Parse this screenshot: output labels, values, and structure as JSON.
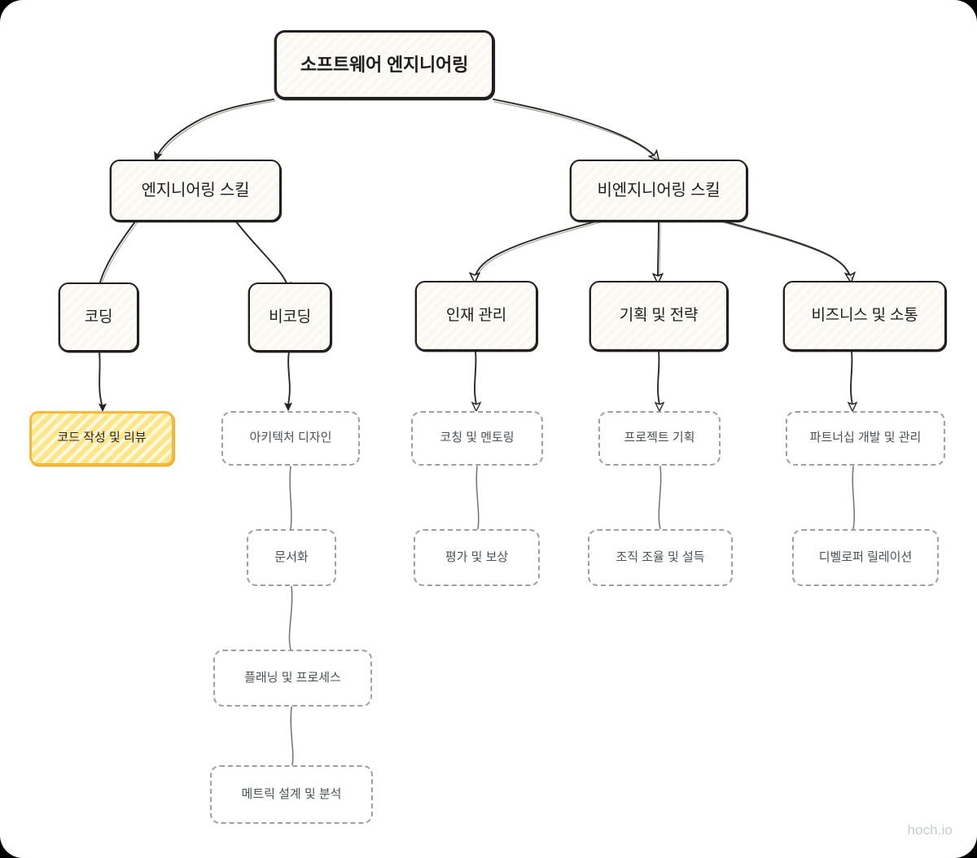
{
  "canvas": {
    "watermark": "hoch.io",
    "background": "#ffffff",
    "page_background": "#000000"
  },
  "colors": {
    "solid_fill": "#faf8f1",
    "solid_stroke": "#22201e",
    "highlight_fill": "#fde68a",
    "highlight_stroke": "#f6b93b",
    "leaf_fill": "#ffffff",
    "leaf_stroke": "#9b9fa6",
    "edge_stroke": "#2b2926",
    "leaf_edge_stroke": "#8b9097",
    "text": "#1d1d1d",
    "leaf_text": "#4b5157",
    "watermark_text": "#c9ccd1"
  },
  "diagram": {
    "type": "hierarchy-tree",
    "orientation": "top-down",
    "root": {
      "id": "root",
      "label": "소프트웨어 엔지니어링",
      "style": "root"
    },
    "branches": [
      {
        "id": "eng",
        "label": "엔지니어링 스킬",
        "style": "branch"
      },
      {
        "id": "noneng",
        "label": "비엔지니어링 스킬",
        "style": "branch"
      }
    ],
    "categories": [
      {
        "id": "coding",
        "label": "코딩",
        "style": "category",
        "parent": "eng"
      },
      {
        "id": "noncoding",
        "label": "비코딩",
        "style": "category",
        "parent": "eng"
      },
      {
        "id": "talent",
        "label": "인재 관리",
        "style": "category",
        "parent": "noneng"
      },
      {
        "id": "planning",
        "label": "기획 및 전략",
        "style": "category",
        "parent": "noneng"
      },
      {
        "id": "business",
        "label": "비즈니스 및 소통",
        "style": "category",
        "parent": "noneng"
      }
    ],
    "leaves": [
      {
        "id": "code-review",
        "label": "코드 작성 및 리뷰",
        "style": "highlight",
        "parent": "coding"
      },
      {
        "id": "arch-design",
        "label": "아키텍처 디자인",
        "style": "leaf",
        "parent": "noncoding"
      },
      {
        "id": "docs",
        "label": "문서화",
        "style": "leaf",
        "parent": "arch-design"
      },
      {
        "id": "planning-process",
        "label": "플래닝 및 프로세스",
        "style": "leaf",
        "parent": "docs"
      },
      {
        "id": "metrics",
        "label": "메트릭 설계 및 분석",
        "style": "leaf",
        "parent": "planning-process"
      },
      {
        "id": "coaching",
        "label": "코칭 및 멘토링",
        "style": "leaf",
        "parent": "talent"
      },
      {
        "id": "evaluation",
        "label": "평가 및 보상",
        "style": "leaf",
        "parent": "coaching"
      },
      {
        "id": "project-planning",
        "label": "프로젝트 기획",
        "style": "leaf",
        "parent": "planning"
      },
      {
        "id": "org-align",
        "label": "조직 조율 및 설득",
        "style": "leaf",
        "parent": "project-planning"
      },
      {
        "id": "partnership",
        "label": "파트너십 개발 및 관리",
        "style": "leaf",
        "parent": "business"
      },
      {
        "id": "devrel",
        "label": "디벨로퍼 릴레이션",
        "style": "leaf",
        "parent": "partnership"
      }
    ]
  }
}
